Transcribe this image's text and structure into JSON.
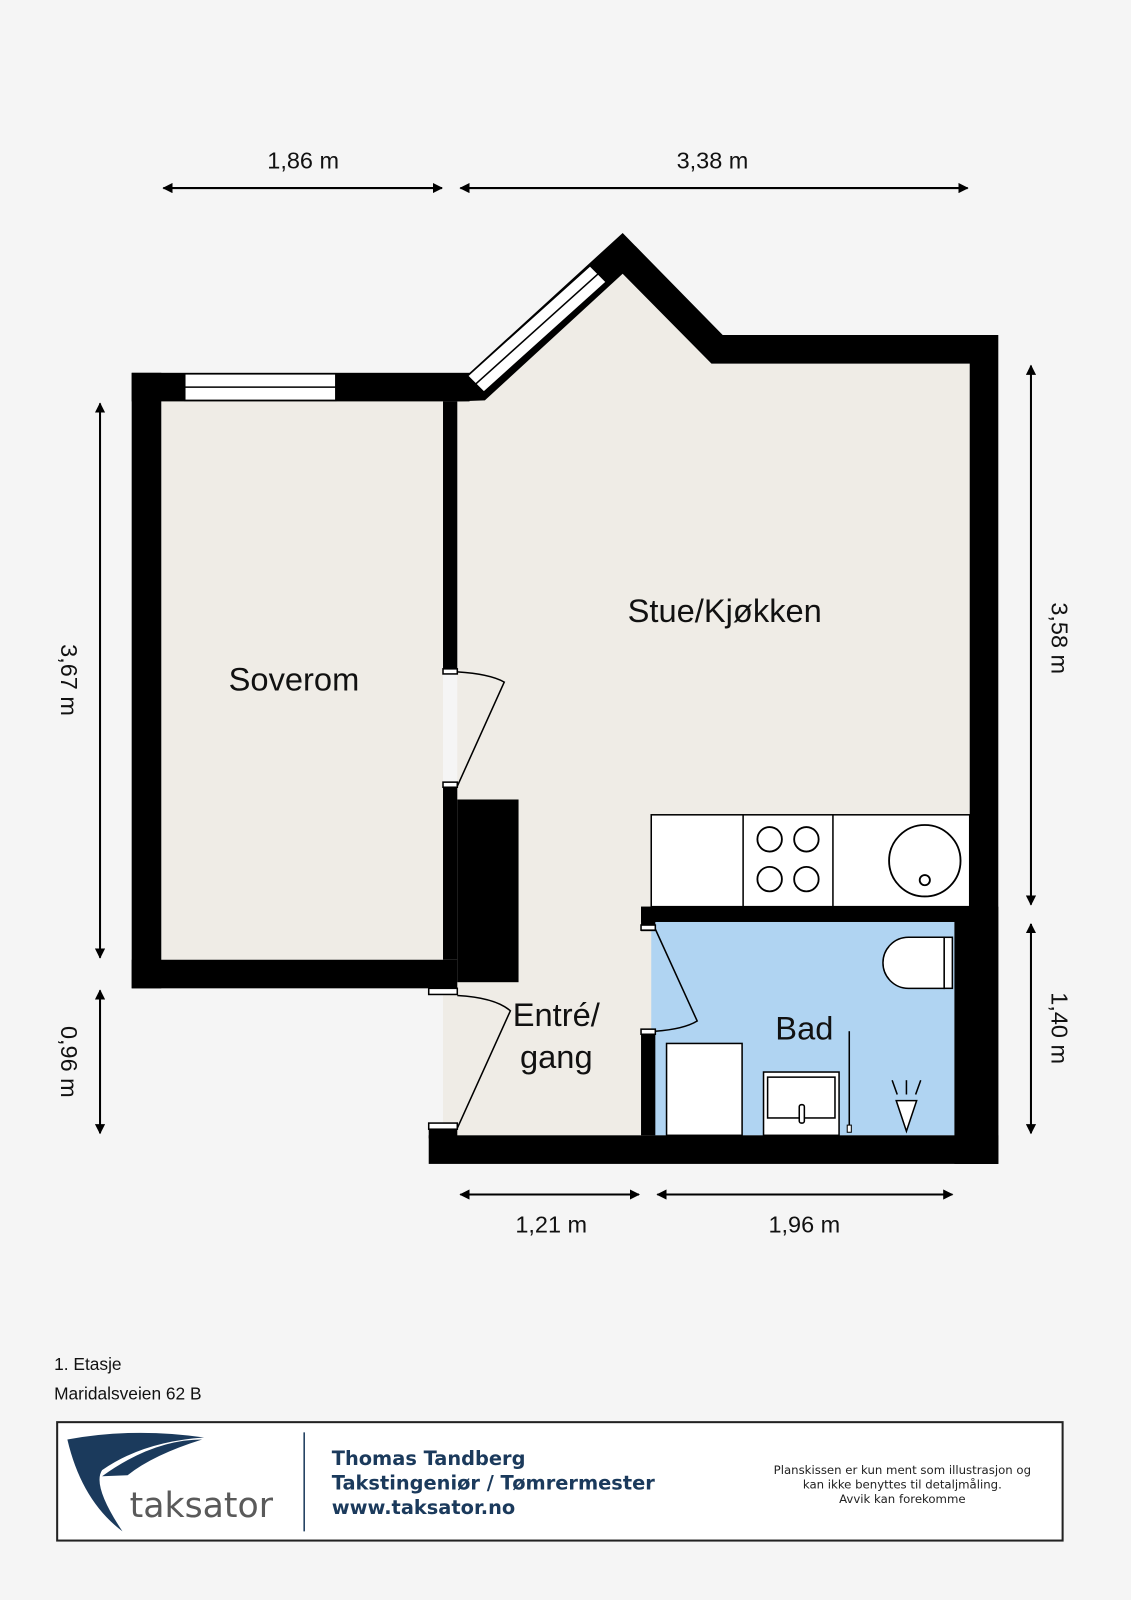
{
  "dimensions": {
    "top_left": "1,86 m",
    "top_right": "3,38 m",
    "left_upper": "3,67 m",
    "left_lower": "0,96 m",
    "right_upper": "3,58 m",
    "right_lower": "1,40 m",
    "bottom_left": "1,21 m",
    "bottom_right": "1,96 m"
  },
  "rooms": {
    "bedroom": "Soverom",
    "living_kitchen": "Stue/Kjøkken",
    "entry_line1": "Entré/",
    "entry_line2": "gang",
    "bathroom": "Bad"
  },
  "colors": {
    "floor": "#efece6",
    "bathroom": "#b0d4f2",
    "wall": "#000000",
    "brand": "#1b3a5c"
  },
  "floor_label": "1. Etasje",
  "address": "Maridalsveien 62 B",
  "footer": {
    "logo_text": "taksator",
    "name": "Thomas Tandberg",
    "title": "Takstingeniør / Tømrermester",
    "website": "www.taksator.no",
    "disclaimer": [
      "Planskissen er kun ment som illustrasjon og",
      "kan ikke benyttes til detaljmåling.",
      "Avvik kan forekomme"
    ]
  }
}
